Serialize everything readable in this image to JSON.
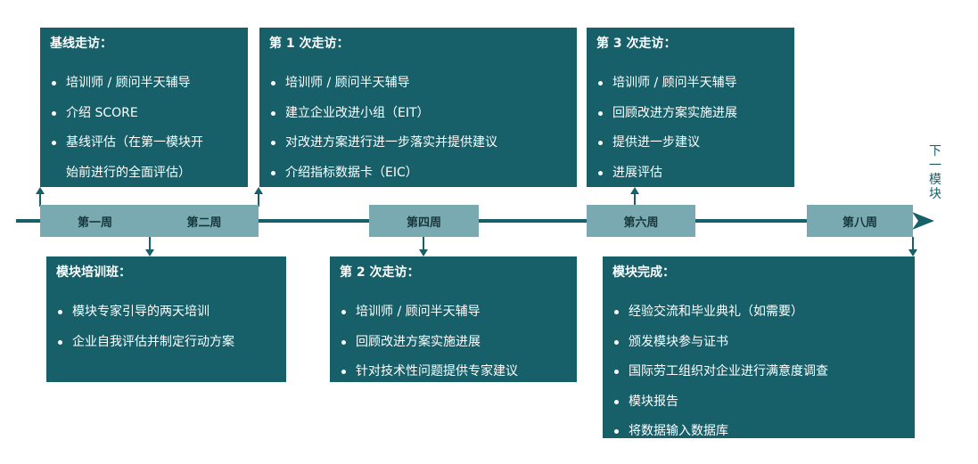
{
  "weeks": {
    "w1": "第一周",
    "w2": "第二周",
    "w4": "第四周",
    "w6": "第六周",
    "w8": "第八周"
  },
  "next_label": [
    "下",
    "一",
    "模",
    "块"
  ],
  "boxes": {
    "baseline": {
      "title": "基线走访：",
      "items": [
        "培训师 / 顾问半天辅导",
        "介绍 SCORE",
        "基线评估（在第一模块开",
        "始前进行的全面评估）"
      ]
    },
    "training": {
      "title": "模块培训班：",
      "items": [
        "模块专家引导的两天培训",
        "企业自我评估并制定行动方案"
      ]
    },
    "visit1": {
      "title": "第 1 次走访：",
      "items": [
        "培训师 / 顾问半天辅导",
        "建立企业改进小组（EIT）",
        "对改进方案进行进一步落实并提供建议",
        "介绍指标数据卡（EIC）"
      ]
    },
    "visit2": {
      "title": "第 2 次走访：",
      "items": [
        "培训师 / 顾问半天辅导",
        "回顾改进方案实施进展",
        "针对技术性问题提供专家建议"
      ]
    },
    "visit3": {
      "title": "第 3 次走访：",
      "items": [
        "培训师 / 顾问半天辅导",
        "回顾改进方案实施进展",
        "提供进一步建议",
        "进展评估"
      ]
    },
    "completion": {
      "title": "模块完成：",
      "items": [
        "经验交流和毕业典礼（如需要）",
        "颁发模块参与证书",
        "国际劳工组织对企业进行满意度调查",
        "模块报告",
        "将数据输入数据库"
      ]
    }
  },
  "colors": {
    "box": "#17606a",
    "week": "#79a9b1",
    "axis": "#17606a"
  }
}
